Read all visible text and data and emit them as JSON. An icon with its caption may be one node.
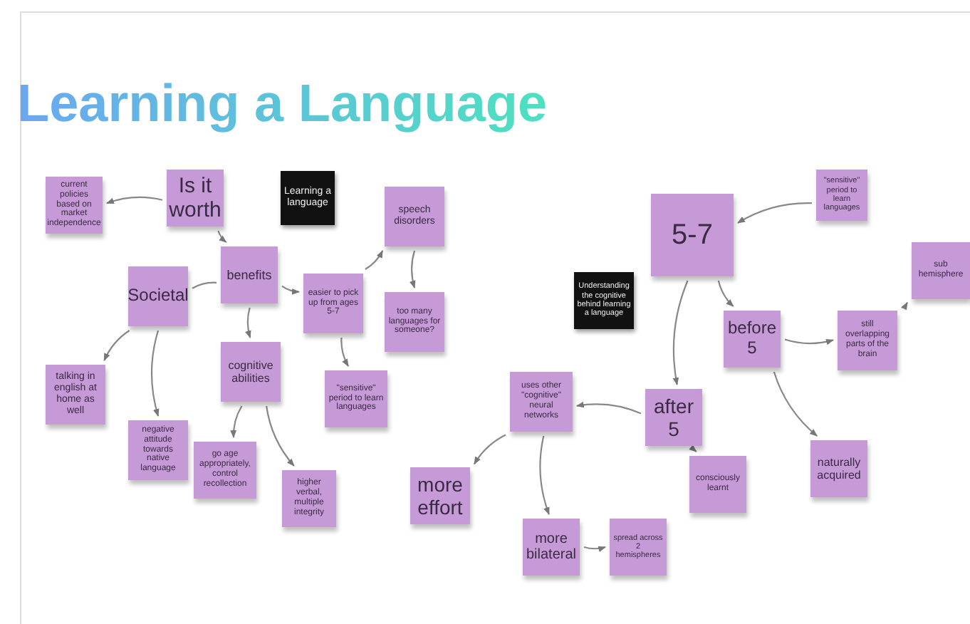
{
  "diagram": {
    "title": "Learning a Language",
    "nodes": [
      {
        "text": [
          "current policies based on market independence"
        ]
      },
      {
        "text": [
          "Is it worth"
        ]
      },
      {
        "text": [
          "Learning a language"
        ]
      },
      {
        "text": [
          "benefits"
        ]
      },
      {
        "text": [
          "Societal"
        ]
      },
      {
        "text": [
          "easier to pick up from ages 5-7"
        ]
      },
      {
        "text": [
          "speech disorders"
        ]
      },
      {
        "text": [
          "too many languages for someone?"
        ]
      },
      {
        "text": [
          "cognitive abilities"
        ]
      },
      {
        "text": [
          "\"sensitive\" period to learn languages"
        ]
      },
      {
        "text": [
          "talking in english at home as well"
        ]
      },
      {
        "text": [
          "negative attitude towards native language"
        ]
      },
      {
        "text": [
          "go age appropriately, control recollection"
        ]
      },
      {
        "text": [
          "higher verbal, multiple integrity"
        ]
      },
      {
        "text": [
          "Understanding the cognitive behind learning a language"
        ]
      },
      {
        "text": [
          "\"sensitive\" period to learn languages"
        ]
      },
      {
        "text": [
          "5-7"
        ]
      },
      {
        "text": [
          "sub hemisphere"
        ]
      },
      {
        "text": [
          "before 5"
        ]
      },
      {
        "text": [
          "still overlapping parts of the brain"
        ]
      },
      {
        "text": [
          "uses other \"cognitive\" neural networks"
        ]
      },
      {
        "text": [
          "after 5"
        ]
      },
      {
        "text": [
          "consciously learnt"
        ]
      },
      {
        "text": [
          "naturally acquired"
        ]
      },
      {
        "text": [
          "more effort"
        ]
      },
      {
        "text": [
          "more bilateral"
        ]
      },
      {
        "text": [
          "spread across 2 hemispheres"
        ]
      }
    ],
    "edges": [
      {
        "from": 1,
        "to": 0,
        "arrow": "to"
      },
      {
        "from": 1,
        "to": 3,
        "arrow": "to"
      },
      {
        "from": 3,
        "to": 4,
        "arrow": "none"
      },
      {
        "from": 3,
        "to": 5,
        "arrow": "to"
      },
      {
        "from": 3,
        "to": 8,
        "arrow": "to"
      },
      {
        "from": 4,
        "to": 10,
        "arrow": "to"
      },
      {
        "from": 4,
        "to": 11,
        "arrow": "to"
      },
      {
        "from": 5,
        "to": 6,
        "arrow": "to"
      },
      {
        "from": 6,
        "to": 7,
        "arrow": "to"
      },
      {
        "from": 5,
        "to": 9,
        "arrow": "to"
      },
      {
        "from": 8,
        "to": 12,
        "arrow": "to"
      },
      {
        "from": 8,
        "to": 13,
        "arrow": "to"
      },
      {
        "from": 15,
        "to": 16,
        "arrow": "to"
      },
      {
        "from": 16,
        "to": 18,
        "arrow": "to"
      },
      {
        "from": 16,
        "to": 21,
        "arrow": "to"
      },
      {
        "from": 18,
        "to": 19,
        "arrow": "to"
      },
      {
        "from": 19,
        "to": 17,
        "arrow": "to"
      },
      {
        "from": 18,
        "to": 23,
        "arrow": "to"
      },
      {
        "from": 21,
        "to": 20,
        "arrow": "to"
      },
      {
        "from": 21,
        "to": 22,
        "arrow": "to"
      },
      {
        "from": 20,
        "to": 24,
        "arrow": "to"
      },
      {
        "from": 20,
        "to": 25,
        "arrow": "to"
      },
      {
        "from": 25,
        "to": 26,
        "arrow": "to"
      }
    ]
  }
}
